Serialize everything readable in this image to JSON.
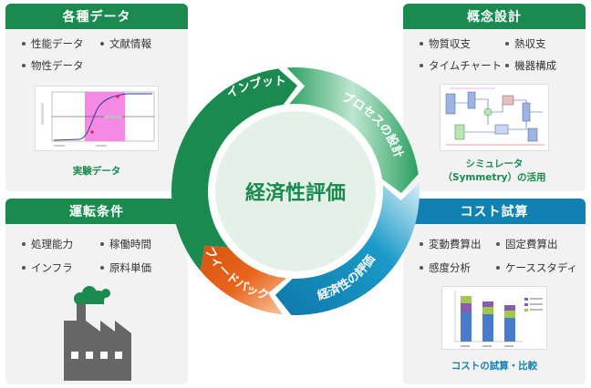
{
  "panels": {
    "data": {
      "title": "各種データ",
      "items": [
        "性能データ",
        "文献情報",
        "物性データ"
      ],
      "caption": "実験データ"
    },
    "design": {
      "title": "概念設計",
      "items": [
        "物質収支",
        "熱収支",
        "タイムチャート",
        "機器構成"
      ],
      "caption_line1": "シミュレータ",
      "caption_line2": "（Symmetry）の活用"
    },
    "conditions": {
      "title": "運転条件",
      "items": [
        "処理能力",
        "稼働時間",
        "インフラ",
        "原料単価"
      ]
    },
    "cost": {
      "title": "コスト試算",
      "items": [
        "変動費算出",
        "固定費算出",
        "感度分析",
        "ケーススタディ"
      ],
      "caption": "コストの試算・比較"
    }
  },
  "cycle": {
    "center_label": "経済性評価",
    "segments": [
      "インプット",
      "プロセスの設計",
      "経済性の評価",
      "フィードバック"
    ]
  },
  "colors": {
    "green": "#1a8a4e",
    "blue": "#1181b3",
    "orange": "#e8641b",
    "center": "#e3f1e8",
    "factory": "#666666",
    "cloud": "#1a8a4e"
  }
}
